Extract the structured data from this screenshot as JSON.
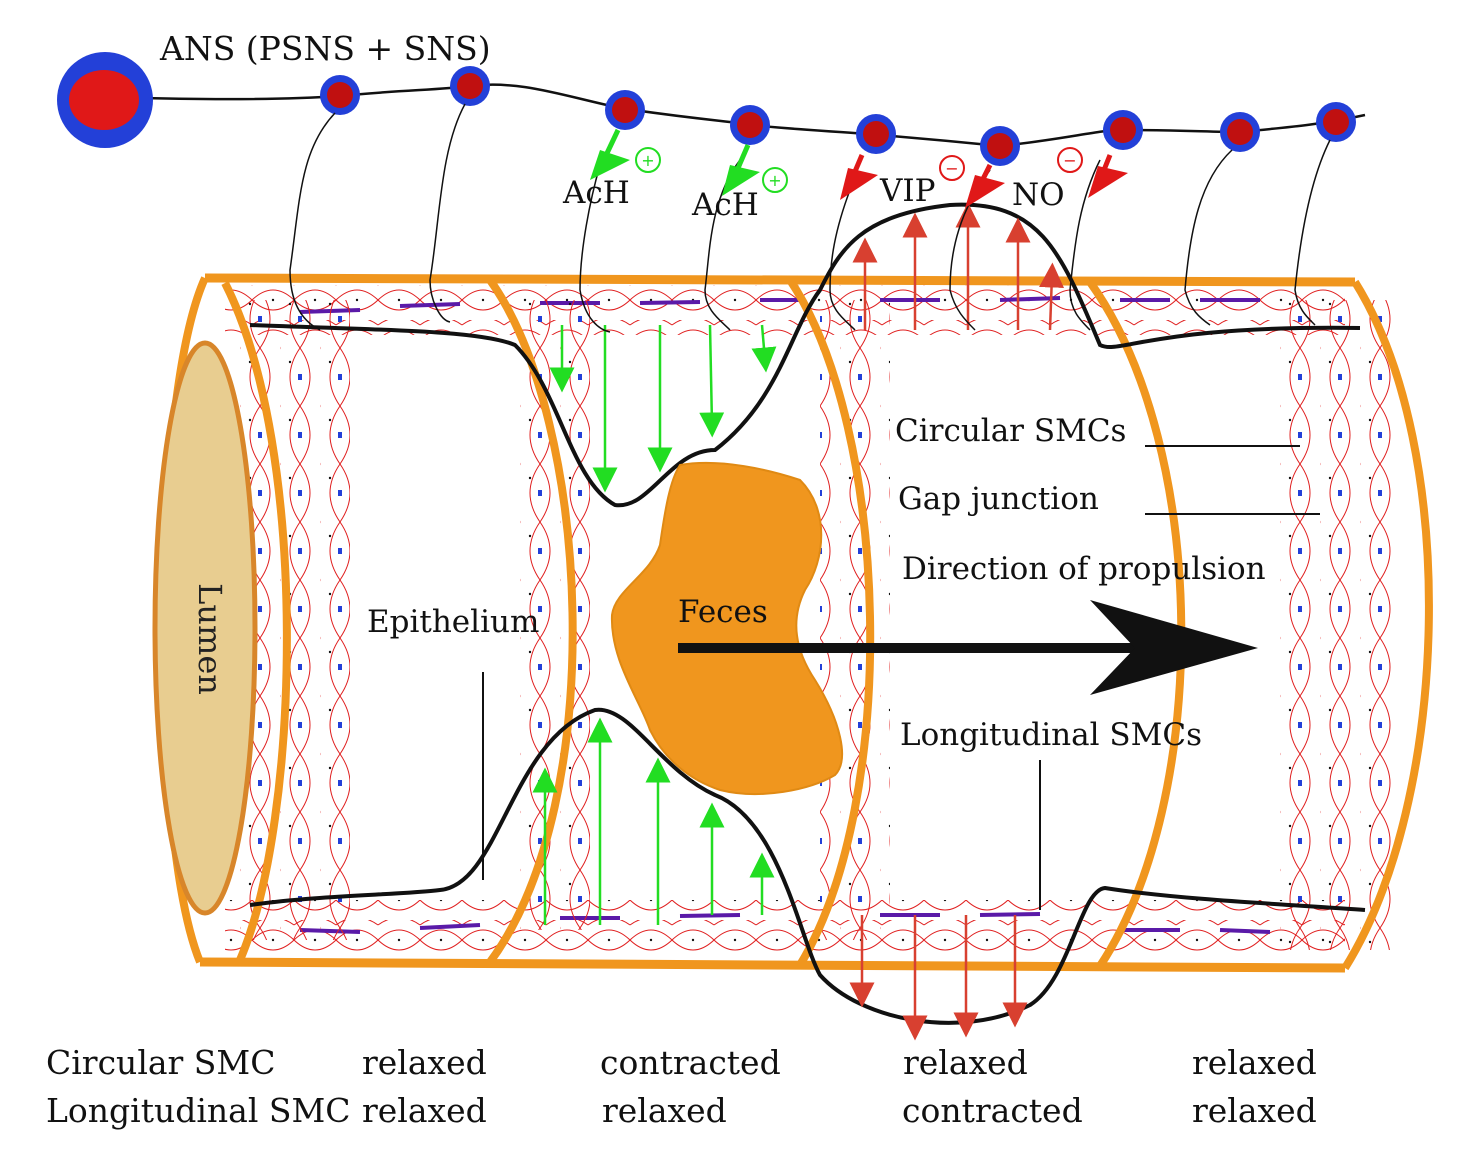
{
  "labels": {
    "ans": "ANS (PSNS  + SNS)",
    "lumen": "Lumen",
    "epithelium": "Epithelium",
    "feces": "Feces",
    "circular_smcs": "Circular SMCs",
    "gap_junction": "Gap junction",
    "direction": "Direction of propulsion",
    "longitudinal_smcs": "Longitudinal SMCs",
    "ach1": "AcH",
    "ach2": "AcH",
    "vip": "VIP",
    "no": "NO",
    "plus": "+",
    "minus": "−"
  },
  "states": {
    "row1_label": "Circular SMC",
    "row2_label": "Longitudinal SMC",
    "segments": [
      {
        "circular": "relaxed",
        "longitudinal": "relaxed"
      },
      {
        "circular": "contracted",
        "longitudinal": "relaxed"
      },
      {
        "circular": "relaxed",
        "longitudinal": "contracted"
      },
      {
        "circular": "relaxed",
        "longitudinal": "relaxed"
      }
    ]
  },
  "colors": {
    "tube": "#f0961e",
    "lumen_fill": "#e8cd90",
    "lumen_stroke": "#d8862a",
    "cell_mesh": "#e02020",
    "gap_junction": "#5a1aa8",
    "neuron_outer": "#2340d8",
    "neuron_inner": "#e01818",
    "excitatory": "#22dd22",
    "inhibitory": "#e01818",
    "feces": "#f0961e",
    "force_arrow_red": "#d84030"
  }
}
